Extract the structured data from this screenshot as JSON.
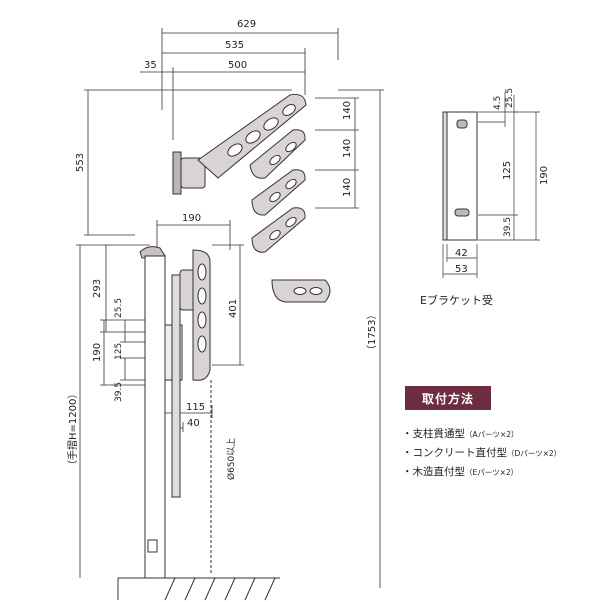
{
  "dimensions": {
    "top_629": "629",
    "top_535": "535",
    "top_35": "35",
    "top_500": "500",
    "left_553": "553",
    "arm_140_a": "140",
    "arm_140_b": "140",
    "arm_140_c": "140",
    "mid_190": "190",
    "d_293": "293",
    "d_25_5": "25.5",
    "d_190": "190",
    "d_125": "125",
    "d_39_5": "39.5",
    "d_401": "401",
    "d_35": "35",
    "d_115": "115",
    "d_40": "40",
    "handrail_height": "（手摺H=1200）",
    "over_650": "Ø650以上",
    "total_1753": "（1753）",
    "br_4_5": "4.5",
    "br_25_5": "25.5",
    "br_125": "125",
    "br_190": "190",
    "br_39_5": "39.5",
    "br_42": "42",
    "br_53": "53"
  },
  "bracket_caption": "Eブラケット受",
  "mounting": {
    "title": "取付方法",
    "items": [
      {
        "text": "・支柱貫通型",
        "note": "（Aパーツ×2）"
      },
      {
        "text": "・コンクリート直付型",
        "note": "（Dパーツ×2）"
      },
      {
        "text": "・木造直付型",
        "note": "（Eパーツ×2）"
      }
    ]
  },
  "colors": {
    "line": "#333333",
    "arm_fill": "#c9c2c4",
    "accent": "#6e2d3f"
  }
}
